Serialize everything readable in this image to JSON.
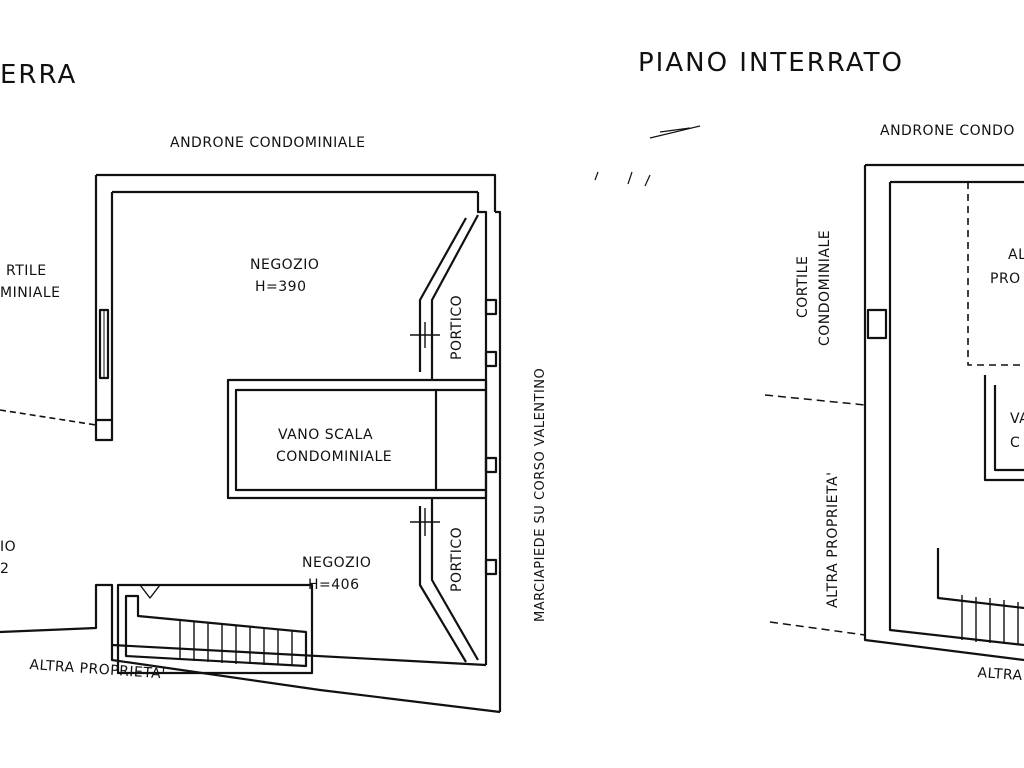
{
  "left_plan": {
    "title": "ERRA",
    "top_label": "ANDRONE CONDOMINIALE",
    "cortile_line1": "RTILE",
    "cortile_line2": "MINIALE",
    "negozio1_name": "NEGOZIO",
    "negozio1_height": "H=390",
    "vano_line1": "VANO SCALA",
    "vano_line2": "CONDOMINIALE",
    "negozio2_name": "NEGOZIO",
    "negozio2_height": "H=406",
    "portico_upper": "PORTICO",
    "portico_lower": "PORTICO",
    "marciapiede": "MARCIAPIEDE SU CORSO VALENTINO",
    "altra_proprieta": "ALTRA PROPRIETA'",
    "partial_line1": "IO",
    "partial_line2": "2"
  },
  "right_plan": {
    "title": "PIANO INTERRATO",
    "top_label": "ANDRONE CONDO",
    "cortile_line1": "CORTILE",
    "cortile_line2": "CONDOMINIALE",
    "altra_proprieta_vertical": "ALTRA PROPRIETA'",
    "altra_line1": "AL",
    "altra_line2": "PRO",
    "vano_line1": "VA",
    "vano_line2": "C",
    "altra_bottom": "ALTRA"
  }
}
